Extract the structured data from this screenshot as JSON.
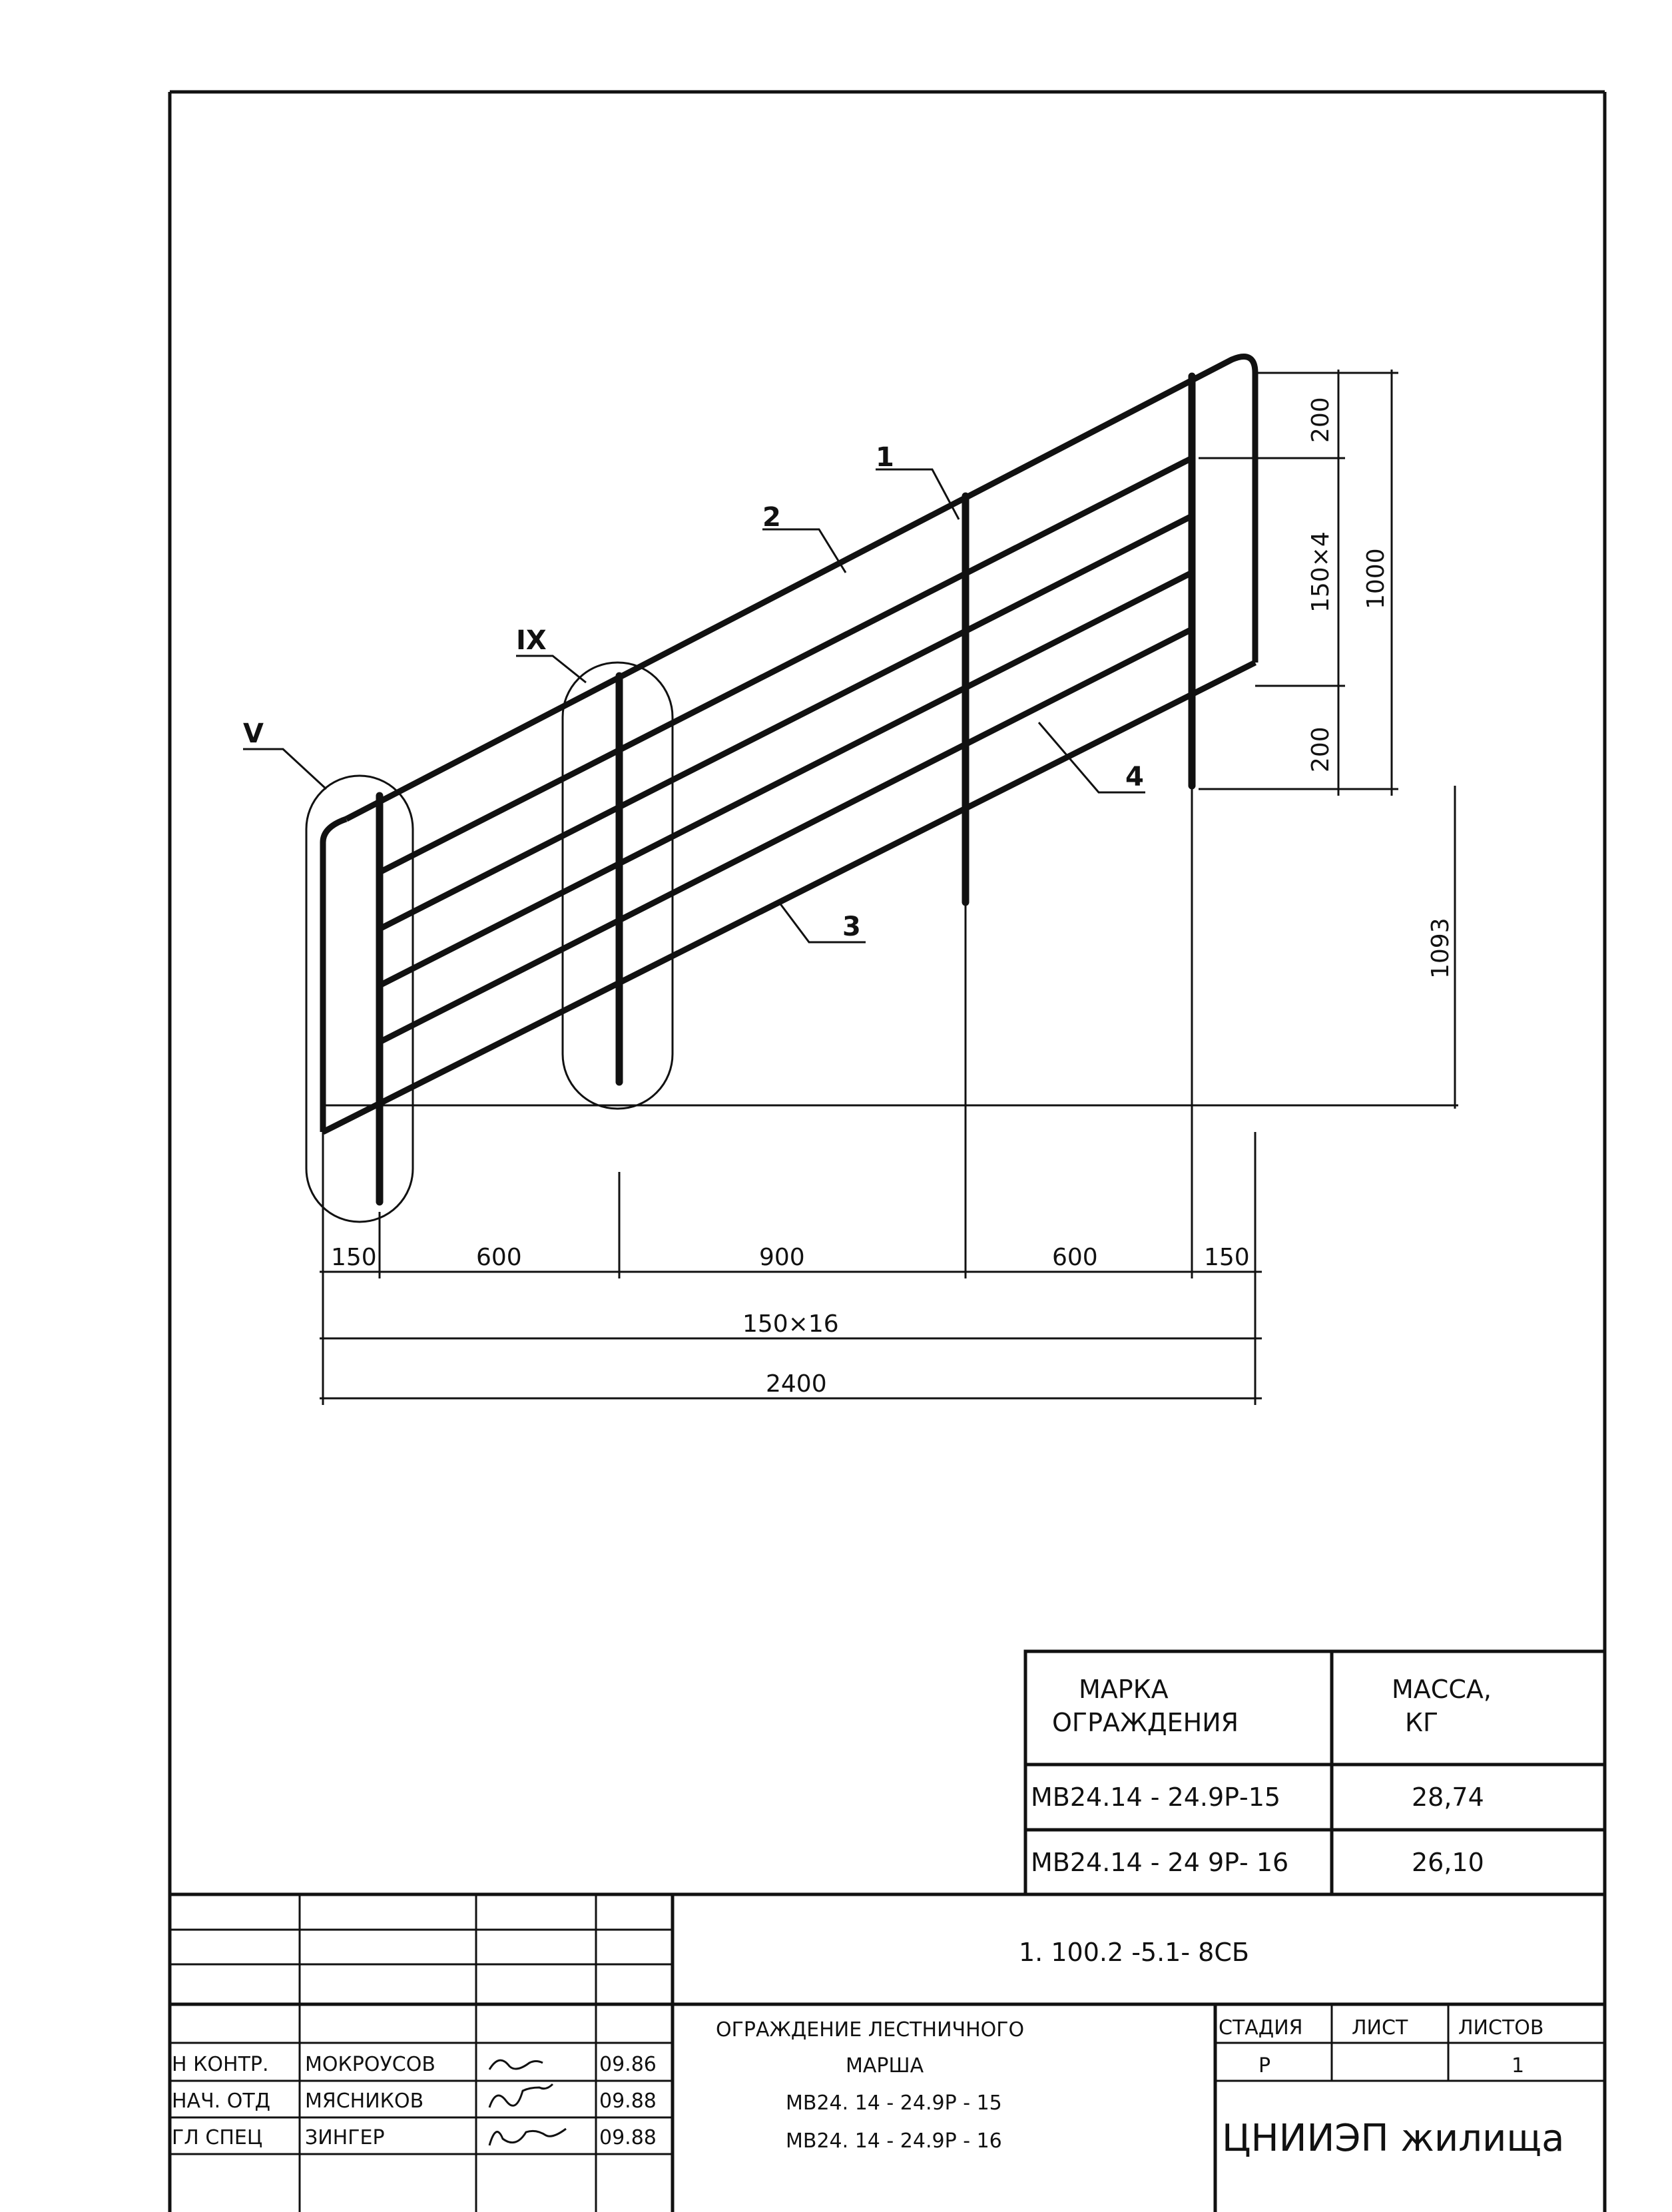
{
  "drawing": {
    "leaders": {
      "p1": "1",
      "p2": "2",
      "p3": "3",
      "p4": "4",
      "v": "V",
      "ix": "IX"
    },
    "dims_bottom": {
      "d150a": "150",
      "d600a": "600",
      "d900": "900",
      "d600b": "600",
      "d150b": "150",
      "step": "150×16",
      "total": "2400"
    },
    "dims_right": {
      "top200": "200",
      "mid": "150×4",
      "total1000": "1000",
      "bot200": "200",
      "height": "1093"
    }
  },
  "mass_table": {
    "header_mark": "МАРКА ОГРАЖДЕНИЯ",
    "header_mark_l1": "МАРКА",
    "header_mark_l2": "ОГРАЖДЕНИЯ",
    "header_mass_l1": "МАССА,",
    "header_mass_l2": "КГ",
    "rows": [
      {
        "mark": "МВ24.14 - 24.9Р-15",
        "mass": "28,74"
      },
      {
        "mark": "МВ24.14 - 24 9Р- 16",
        "mass": "26,10"
      }
    ]
  },
  "title_block": {
    "code": "1. 100.2 -5.1- 8СБ",
    "title_l1": "ОГРАЖДЕНИЕ ЛЕСТНИЧНОГО",
    "title_l2": "МАРША",
    "title_l3": "МВ24. 14 - 24.9Р - 15",
    "title_l4": "МВ24. 14 - 24.9Р - 16",
    "stage_label": "СТАДИЯ",
    "sheet_label": "ЛИСТ",
    "sheets_label": "ЛИСТОВ",
    "stage": "Р",
    "sheets": "1",
    "org": "ЦНИИЭП жилища",
    "staff": [
      {
        "role": "Н КОНТР.",
        "name": "МОКРОУСОВ",
        "date": "09.86"
      },
      {
        "role": "НАЧ. ОТД",
        "name": "МЯСНИКОВ",
        "date": "09.88"
      },
      {
        "role": "ГЛ СПЕЦ",
        "name": "ЗИНГЕР",
        "date": "09.88"
      }
    ]
  }
}
